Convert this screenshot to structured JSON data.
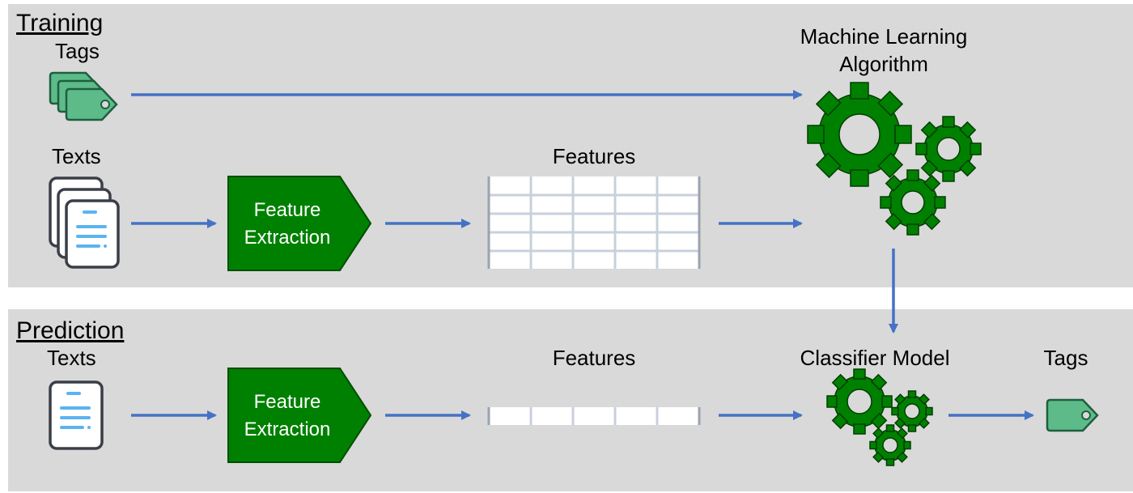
{
  "training": {
    "section_title": "Training",
    "tags_label": "Tags",
    "texts_label": "Texts",
    "feature_extraction": [
      "Feature",
      "Extraction"
    ],
    "features_label": "Features",
    "algorithm_label": [
      "Machine Learning",
      "Algorithm"
    ]
  },
  "prediction": {
    "section_title": "Prediction",
    "texts_label": "Texts",
    "feature_extraction": [
      "Feature",
      "Extraction"
    ],
    "features_label": "Features",
    "model_label": "Classifier Model",
    "tags_label": "Tags"
  },
  "colors": {
    "panel": "#d9d9d9",
    "arrow": "#4472c4",
    "process_green": "#008000",
    "tag_green": "#5dbb8a",
    "doc_blue": "#5ab4f0"
  },
  "icons": [
    "tag-stack-icon",
    "document-stack-icon",
    "feature-table-icon",
    "gears-icon",
    "document-icon",
    "tag-icon"
  ]
}
